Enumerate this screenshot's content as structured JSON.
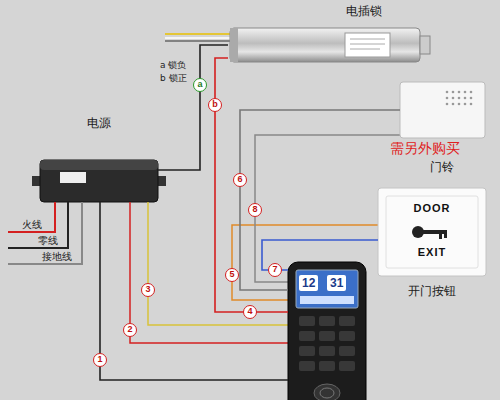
{
  "diagram": {
    "nodes": [
      {
        "text": [
          "电插锁"
        ]
      },
      {
        "text": [
          "电源"
        ]
      },
      {
        "text": [
          "门铃"
        ]
      },
      {
        "text": [
          "DOOR",
          "EXIT",
          "开门按钮"
        ]
      },
      {
        "text": [
          "12",
          "31"
        ]
      }
    ],
    "edges": [
      {
        "from": 1,
        "to": 0,
        "arrow": "none"
      },
      {
        "from": 4,
        "to": 1,
        "arrow": "none"
      },
      {
        "from": 4,
        "to": 0,
        "arrow": "none"
      },
      {
        "from": 4,
        "to": 2,
        "arrow": "none"
      },
      {
        "from": 4,
        "to": 3,
        "arrow": "none"
      }
    ],
    "labels": [
      "a 锁负",
      "b 锁正",
      "a",
      "b",
      "火线",
      "零线",
      "接地线",
      "需另外购买",
      "1",
      "2",
      "3",
      "4",
      "5",
      "6",
      "7",
      "8"
    ]
  }
}
